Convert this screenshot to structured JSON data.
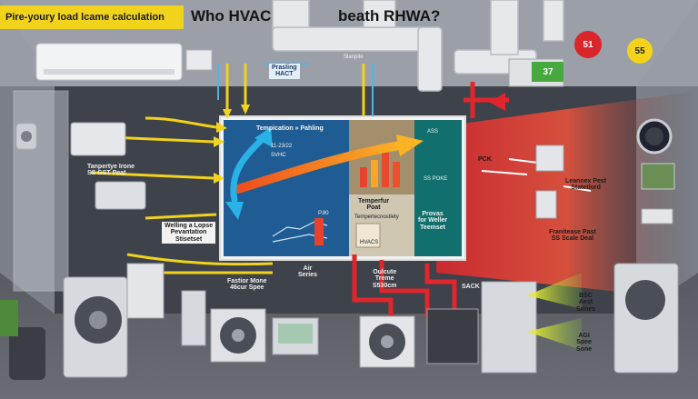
{
  "banner": {
    "text": "Pire-youry load lcame calculation"
  },
  "headline": {
    "left": "Who HVAC",
    "right": "beath RHWA?"
  },
  "badges": {
    "red": {
      "value": "51",
      "color": "#d9262b"
    },
    "yellow": {
      "value": "55",
      "color": "#f5d31a"
    },
    "green": {
      "value": "37",
      "color": "#46a83d"
    }
  },
  "labels": {
    "pipe_tag": "Prasling\nHACT",
    "slanpite": "Slanpite",
    "panel_title": "Tempication » Pahling",
    "panel_legend_1": "11-23/22",
    "panel_legend_2": "SVHC",
    "panel_sub_1": "ASS",
    "panel_sub_2": "SS POKE",
    "panel_bar_label": "P.80",
    "temperature": "Temperfur\nPoat",
    "temp_small": "Tempertecnostlety",
    "hvac": "HVACS",
    "provas": "Provas\nfor Weller\nTeemset",
    "tanperty": "Tanpertye Irone\nSS GST Peat",
    "welling": "Welling a Lopse\nPevantation\nStisetset",
    "air": "Air\nSeries",
    "fastior": "Fastior Mone\n46cur Spee",
    "oulcute": "Oulcute\nTreme\nS530cm",
    "sack": "SACK",
    "pck": "PCK",
    "leannex": "Leannex Pest\nStatetlord",
    "franitease": "Franitease Past\nSS Scale Deal",
    "bsc": "BSC\nAest\nSones",
    "agi": "AGI\nSpee\nSone"
  },
  "icons": [
    "air-conditioner-icon",
    "thermostat-icon",
    "fan-icon",
    "security-camera-icon",
    "outdoor-condenser-icon",
    "duct-icon"
  ],
  "colors": {
    "background": "#4a4e57",
    "warm_arrow": "#e8542a",
    "cool_arrow": "#2ab1e6",
    "yellow_arrow": "#f1d31c",
    "red_duct": "#e0262c",
    "panel_blue": "#1f5c93",
    "panel_tan": "#a48f6d",
    "panel_teal": "#11706d"
  }
}
